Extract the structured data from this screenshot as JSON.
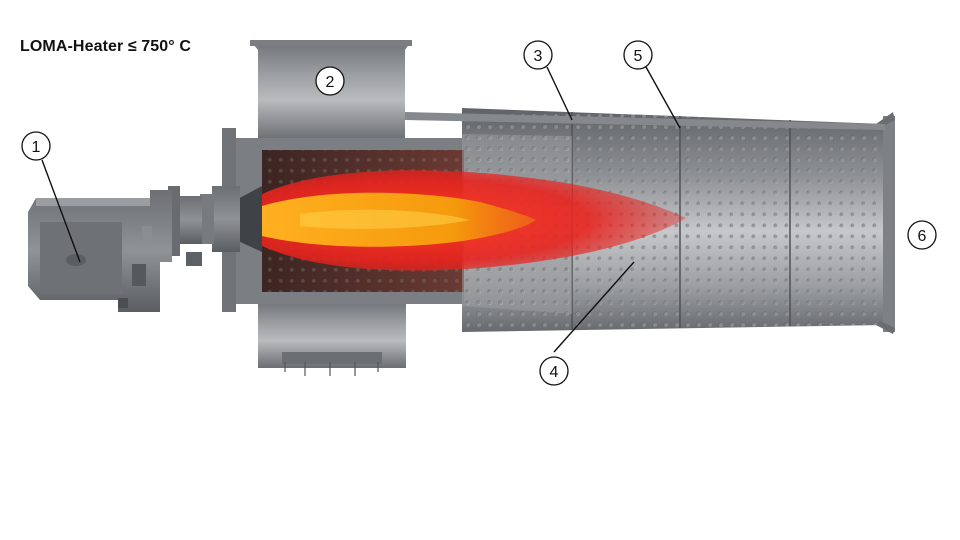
{
  "title": "LOMA-Heater ≤ 750° C",
  "callouts": [
    {
      "id": "burner",
      "label": "1"
    },
    {
      "id": "air-inlet-housing",
      "label": "2"
    },
    {
      "id": "outer-casing",
      "label": "3"
    },
    {
      "id": "perforated-mixing-tube",
      "label": "4"
    },
    {
      "id": "casing-segment-joint",
      "label": "5"
    },
    {
      "id": "hot-air-outlet",
      "label": "6"
    }
  ],
  "colors": {
    "steel_dark": "#55585c",
    "steel_mid": "#8a8d91",
    "steel_light": "#c4c6c9",
    "flame_outer": "#e8231e",
    "flame_core": "#f5a00a",
    "chamber": "#5a2a24"
  }
}
